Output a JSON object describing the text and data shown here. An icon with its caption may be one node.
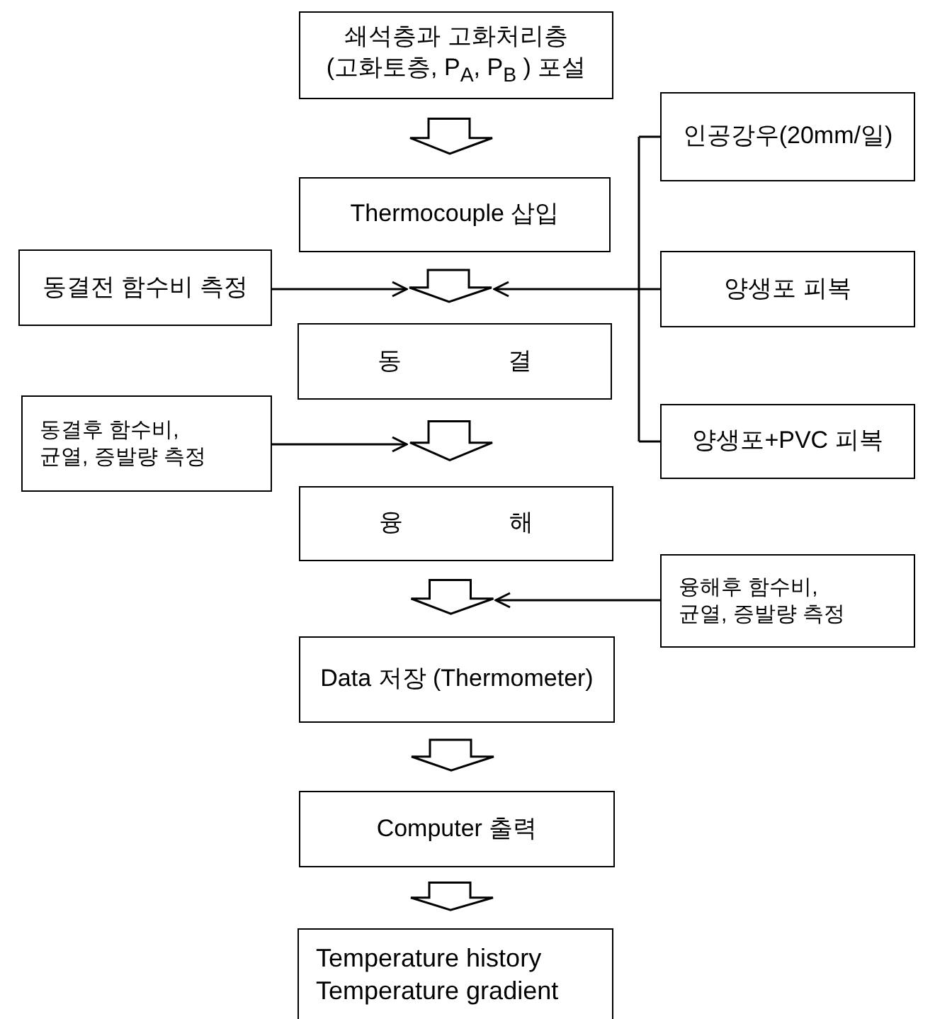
{
  "diagram": {
    "nodes": [
      {
        "text": [
          "쇄석층과 고화처리층 (고화토층, P$_{A}$, P$_{B}$ ) 포설"
        ]
      },
      {
        "text": [
          "Thermocouple 삽입"
        ]
      },
      {
        "text": [
          "동 결"
        ]
      },
      {
        "text": [
          "융 해"
        ]
      },
      {
        "text": [
          "Data 저장 (Thermometer)"
        ]
      },
      {
        "text": [
          "Computer 출력"
        ]
      },
      {
        "text": [
          "Temperature history",
          "Temperature gradient"
        ]
      },
      {
        "text": [
          "동결전 함수비 측정"
        ]
      },
      {
        "text": [
          "동결후 함수비, 균열, 증발량 측정"
        ]
      },
      {
        "text": [
          "인공강우(20mm/일)"
        ]
      },
      {
        "text": [
          "양생포 피복"
        ]
      },
      {
        "text": [
          "양생포+PVC 피복"
        ]
      },
      {
        "text": [
          "융해후 함수비, 균열, 증발량 측정"
        ]
      }
    ],
    "edges": [
      {
        "from": 0,
        "to": 1,
        "arrow": "to"
      },
      {
        "from": 1,
        "to": 2,
        "arrow": "to"
      },
      {
        "from": 2,
        "to": 3,
        "arrow": "to"
      },
      {
        "from": 3,
        "to": 4,
        "arrow": "to"
      },
      {
        "from": 4,
        "to": 5,
        "arrow": "to"
      },
      {
        "from": 5,
        "to": 6,
        "arrow": "to"
      },
      {
        "from": 7,
        "to": 1,
        "arrow": "to"
      },
      {
        "from": 9,
        "to": 1,
        "arrow": "to"
      },
      {
        "from": 10,
        "to": 1,
        "arrow": "to"
      },
      {
        "from": 11,
        "to": 1,
        "arrow": "to"
      },
      {
        "from": 8,
        "to": 2,
        "arrow": "to"
      },
      {
        "from": 12,
        "to": 3,
        "arrow": "to"
      }
    ]
  }
}
